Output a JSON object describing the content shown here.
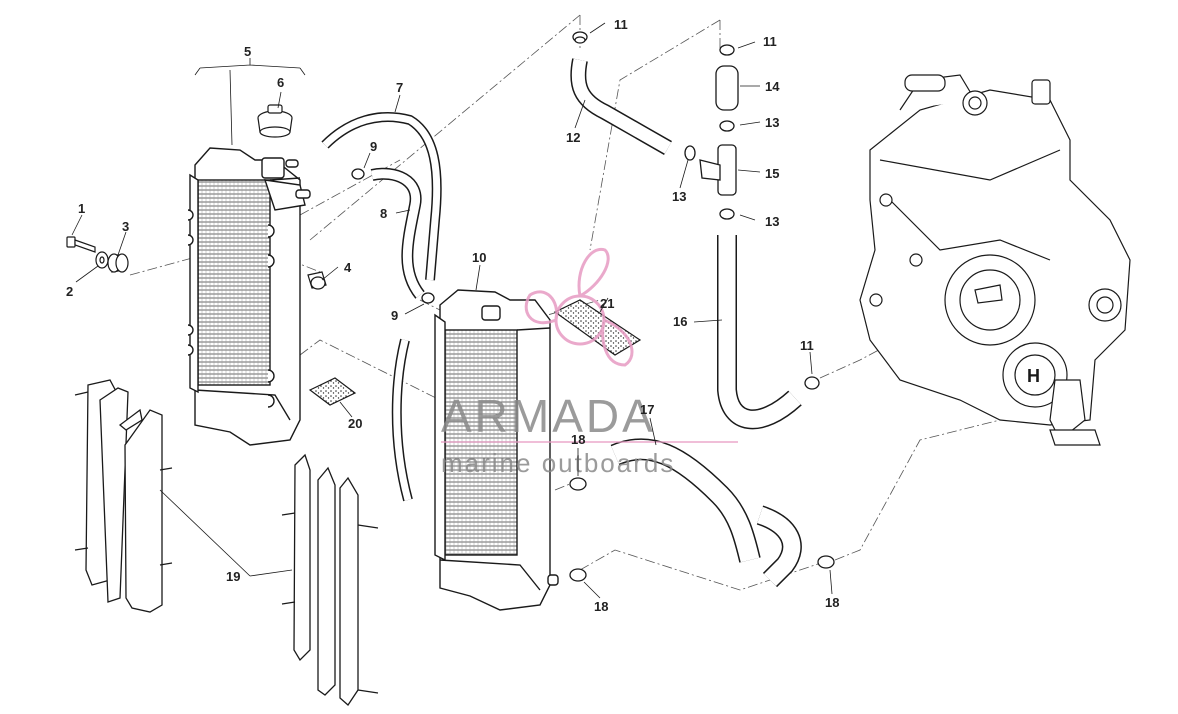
{
  "diagram": {
    "callouts": [
      {
        "id": "c1",
        "text": "1"
      },
      {
        "id": "c2",
        "text": "2"
      },
      {
        "id": "c3",
        "text": "3"
      },
      {
        "id": "c4",
        "text": "4"
      },
      {
        "id": "c5",
        "text": "5"
      },
      {
        "id": "c6",
        "text": "6"
      },
      {
        "id": "c7",
        "text": "7"
      },
      {
        "id": "c8",
        "text": "8"
      },
      {
        "id": "c9a",
        "text": "9"
      },
      {
        "id": "c9b",
        "text": "9"
      },
      {
        "id": "c10",
        "text": "10"
      },
      {
        "id": "c11a",
        "text": "11"
      },
      {
        "id": "c11b",
        "text": "11"
      },
      {
        "id": "c11c",
        "text": "11"
      },
      {
        "id": "c12",
        "text": "12"
      },
      {
        "id": "c13a",
        "text": "13"
      },
      {
        "id": "c13b",
        "text": "13"
      },
      {
        "id": "c13c",
        "text": "13"
      },
      {
        "id": "c14",
        "text": "14"
      },
      {
        "id": "c15",
        "text": "15"
      },
      {
        "id": "c16",
        "text": "16"
      },
      {
        "id": "c17",
        "text": "17"
      },
      {
        "id": "c18a",
        "text": "18"
      },
      {
        "id": "c18b",
        "text": "18"
      },
      {
        "id": "c18c",
        "text": "18"
      },
      {
        "id": "c19",
        "text": "19"
      },
      {
        "id": "c20",
        "text": "20"
      },
      {
        "id": "c21",
        "text": "21"
      }
    ]
  },
  "watermark": {
    "brand": "ARMADA",
    "tagline": "marine outboards",
    "colors": {
      "text": "#8a8a8a",
      "logo": "#e79bc3",
      "line": "#e79bc3"
    }
  },
  "colors": {
    "stroke": "#1a1a1a",
    "dash": "#555555"
  }
}
